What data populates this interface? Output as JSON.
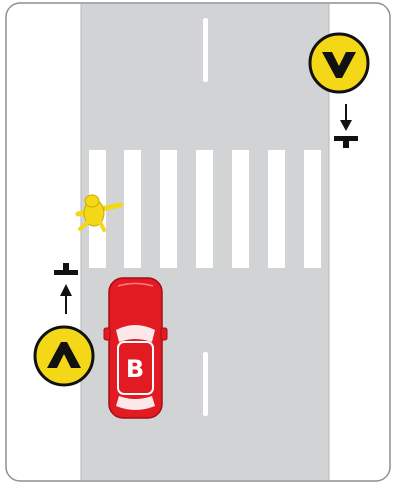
{
  "scene": {
    "description_free": true,
    "car": {
      "label": "B",
      "color": "#e21b23",
      "direction": "up"
    },
    "signs": [
      {
        "id": "beacon-top-right",
        "symbol": "chevron-down-icon",
        "color": "#f4d716"
      },
      {
        "id": "beacon-left",
        "symbol": "chevron-up-icon",
        "color": "#f4d716"
      }
    ],
    "pedestrian": {
      "color": "#f4d716",
      "icon": "pedestrian-icon"
    },
    "colors": {
      "road": "#d1d3d4",
      "sidewalk": "#ffffff",
      "crosswalk_stripe": "#ffffff",
      "frame": "#8a8a8a",
      "sign_symbol": "#111111"
    },
    "crosswalk_stripes": 7
  }
}
